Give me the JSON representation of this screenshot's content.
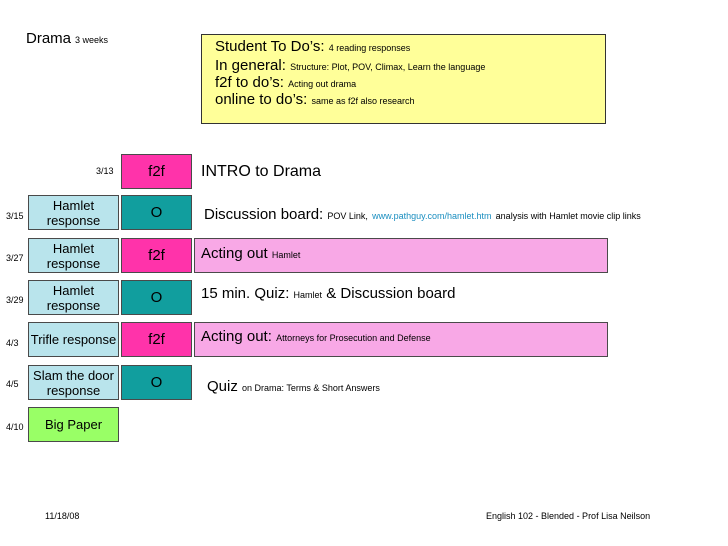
{
  "header": {
    "title": "Drama",
    "subtitle": "3 weeks"
  },
  "todo": {
    "heading": "Student To Do’s:",
    "heading_note": "4 reading responses",
    "general_label": "In general:",
    "general_note": "Structure: Plot, POV, Climax, Learn the language",
    "f2f_label": "f2f to do’s:",
    "f2f_note": "Acting out drama",
    "online_label": "online to do’s:",
    "online_note": "same as f2f also research"
  },
  "rows": {
    "r1": {
      "date": "3/13",
      "marker": "f2f",
      "activity": "INTRO to Drama"
    },
    "r2": {
      "date": "3/15",
      "response": "Hamlet response",
      "marker": "O",
      "activity": "Discussion board:",
      "note1": "POV Link,",
      "link": "www.pathguy.com/hamlet.htm",
      "note2": "analysis with Hamlet movie clip links"
    },
    "r3": {
      "date": "3/27",
      "response": "Hamlet response",
      "marker": "f2f",
      "activity": "Acting out",
      "note": "Hamlet"
    },
    "r4": {
      "date": "3/29",
      "response": "Hamlet response",
      "marker": "O",
      "activity": "15 min. Quiz:",
      "note": "Hamlet",
      "activity2": "& Discussion board"
    },
    "r5": {
      "date": "4/3",
      "response": "Trifle response",
      "marker": "f2f",
      "activity": "Acting out:",
      "note": "Attorneys for Prosecution and Defense"
    },
    "r6": {
      "date": "4/5",
      "response": "Slam the door response",
      "marker": "O",
      "activity": "Quiz",
      "note": "on Drama:  Terms & Short Answers"
    },
    "r7": {
      "date": "4/10",
      "response": "Big Paper"
    }
  },
  "footer": {
    "date": "11/18/08",
    "course": "English 102 - Blended - Prof Lisa Neilson"
  },
  "colors": {
    "todo_bg": "#ffff99",
    "response_bg": "#b9e4ec",
    "big_paper_bg": "#99ff66",
    "f2f_marker": "#ff33aa",
    "online_marker": "#119e9e",
    "f2f_band": "#f8a8e6",
    "link": "#1a8ec0"
  }
}
